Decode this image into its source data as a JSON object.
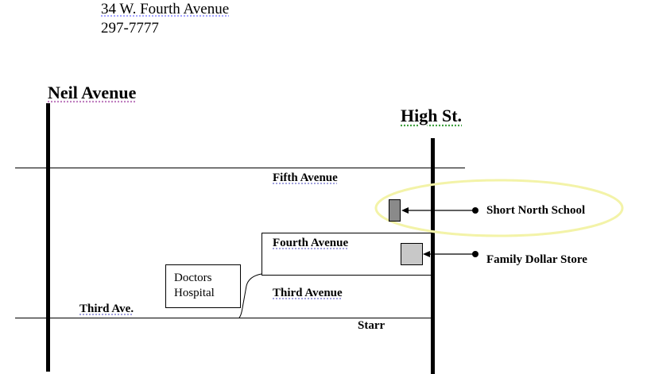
{
  "address": {
    "street": "34 W. Fourth Avenue",
    "phone": "297-7777"
  },
  "streets": {
    "neil": "Neil Avenue",
    "high": "High St.",
    "fifth": "Fifth Avenue",
    "fourth": "Fourth Avenue",
    "third": "Third Avenue",
    "third_short": "Third Ave.",
    "starr": "Starr"
  },
  "hospital": {
    "line1": "Doctors",
    "line2": "Hospital"
  },
  "landmarks": {
    "school": "Short North School",
    "store": "Family Dollar Store"
  },
  "colors": {
    "highlight": "#f3f3a8",
    "school_marker": "#8a8a8a",
    "store_marker": "#c8c8c8"
  }
}
